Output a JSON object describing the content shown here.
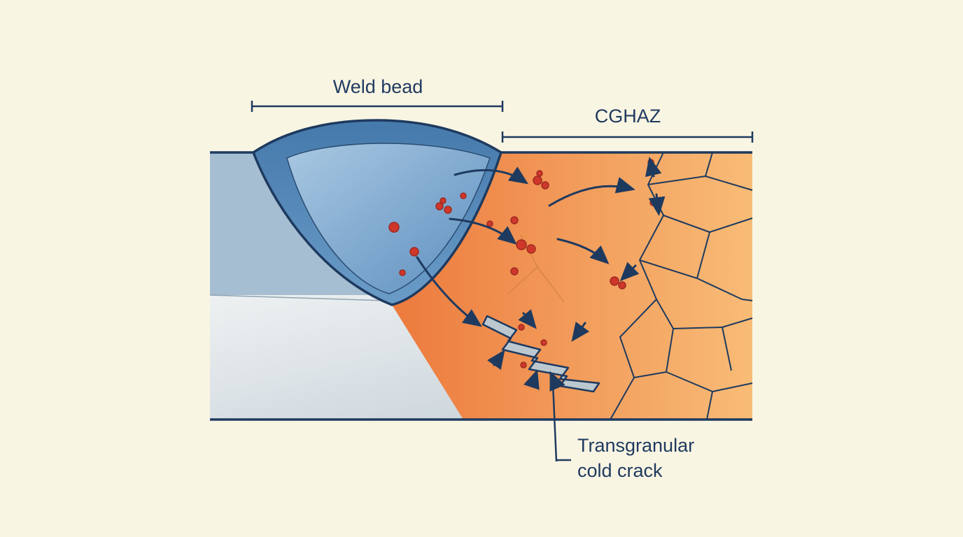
{
  "labels": {
    "weld_bead": "Weld bead",
    "cghaz": "CGHAZ",
    "crack_line1": "Transgranular",
    "crack_line2": "cold crack"
  },
  "colors": {
    "background": "#f9f5e3",
    "navy": "#1e3a5f",
    "base-top": "#a6bed1",
    "base-bottom-light": "#eef1f2",
    "base-bottom-dark": "#c3ced6",
    "haz-left": "#ec7a3d",
    "haz-right": "#f8bc77",
    "weld-outer-top": "#4579ab",
    "weld-outer-bottom": "#6b9cc8",
    "weld-inner-top": "#a9c8e2",
    "weld-inner-bottom": "#5d8fbf",
    "dot": "#d0372b",
    "crack": "#bcc8d0"
  }
}
